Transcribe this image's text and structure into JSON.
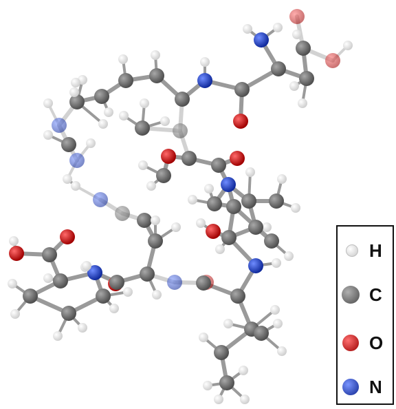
{
  "legend": {
    "items": [
      {
        "symbol": "H",
        "color": "#f2f2f2",
        "ring": "#bdbdbd"
      },
      {
        "symbol": "C",
        "color": "#6e6e6e",
        "ring": "#4a4a4a"
      },
      {
        "symbol": "O",
        "color": "#d81010",
        "ring": "#8a0000"
      },
      {
        "symbol": "N",
        "color": "#1c3fd8",
        "ring": "#0b1f80"
      }
    ]
  },
  "colors": {
    "H": "#f2f2f2",
    "C": "#6e6e6e",
    "O": "#d81010",
    "N": "#1c3fd8",
    "bond": "#9a9a9a"
  }
}
